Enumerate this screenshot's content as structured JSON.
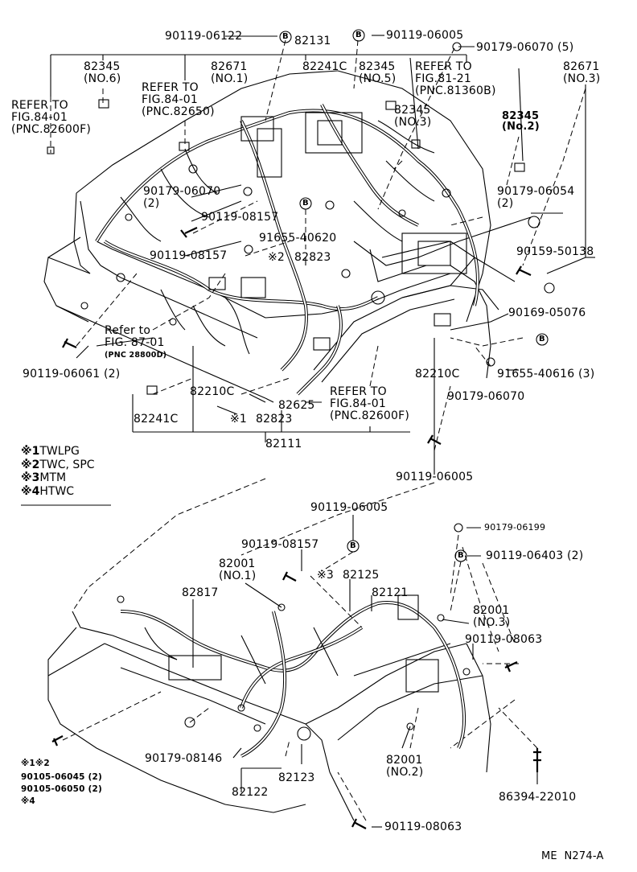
{
  "labels": {
    "p90119_06122": "90119-06122",
    "p82131": "82131",
    "p90119_06005_top": "90119-06005",
    "p90179_06070_5": "90179-06070 (5)",
    "p82345_no6": "82345\n(NO.6)",
    "p82671_no1": "82671\n(NO.1)",
    "p82241c_top": "82241C",
    "p82345_no5": "82345\n(NO.5)",
    "refer_81_21": "REFER TO\nFIG.81-21\n(PNC.81360B)",
    "p82671_no3": "82671\n(NO.3)",
    "refer_84_01_left": "REFER TO\nFIG.84-01\n(PNC.82600F)",
    "refer_84_01_mid": "REFER TO\nFIG.84-01\n(PNC.82650)",
    "p82345_no3": "82345\n(NO.3)",
    "p82345_no2": "82345\n(No.2)",
    "p90179_06070_2": "90179-06070\n(2)",
    "p90179_06054": "90179-06054\n(2)",
    "p90119_08157_a": "90119-08157",
    "p91655_40620": "91655-40620",
    "p90119_08157_b": "90119-08157",
    "p82823_top": "82823",
    "p90159_50138": "90159-50138",
    "p90169_05076": "90169-05076",
    "refer_87_01": "Refer to\nFIG. 87-01",
    "refer_87_01_pnc": "(PNC 28800D)",
    "p90119_06061": "90119-06061 (2)",
    "p82210c_right": "82210C",
    "p91655_40616": "91655-40616 (3)",
    "p82210c_mid": "82210C",
    "p82625": "82625",
    "refer_84_01_bottom": "REFER TO\nFIG.84-01\n(PNC.82600F)",
    "p90179_06070": "90179-06070",
    "p82241c_bottom": "82241C",
    "p82823_bottom": "82823",
    "p82111": "82111",
    "p90119_06005_bottom": "90119-06005",
    "p90119_06005_lower": "90119-06005",
    "p90179_06199": "90179-06199",
    "p90119_08157_lower": "90119-08157",
    "p90119_06403": "90119-06403 (2)",
    "p82001_no1": "82001\n(NO.1)",
    "p82125": "82125",
    "p82817": "82817",
    "p82121": "82121",
    "p82001_no3": "82001\n(NO.3)",
    "p90119_08063_right": "90119-08063",
    "p82001_no2": "82001\n(NO.2)",
    "p90179_08146": "90179-08146",
    "p82123": "82123",
    "p82122": "82122",
    "p86394_22010": "86394-22010",
    "p90119_08063_bottom": "90119-08063",
    "p90105_06045": "90105-06045 (2)",
    "p90105_06050": "90105-06050 (2)",
    "note_star12": "※1※2",
    "note_star4": "※4",
    "star1": "※1",
    "star2": "※2",
    "star3": "※3",
    "b_marker": "B",
    "footer_code": "ME  N274-A"
  },
  "legend": [
    {
      "mark": "※1",
      "text": "TWLPG"
    },
    {
      "mark": "※2",
      "text": "TWC, SPC"
    },
    {
      "mark": "※3",
      "text": "MTM"
    },
    {
      "mark": "※4",
      "text": "HTWC"
    }
  ],
  "icons": [
    "b-circle-marker",
    "bolt-icon",
    "clip-icon",
    "nut-icon",
    "grommet-icon",
    "wire-harness",
    "vehicle-body-outline"
  ]
}
